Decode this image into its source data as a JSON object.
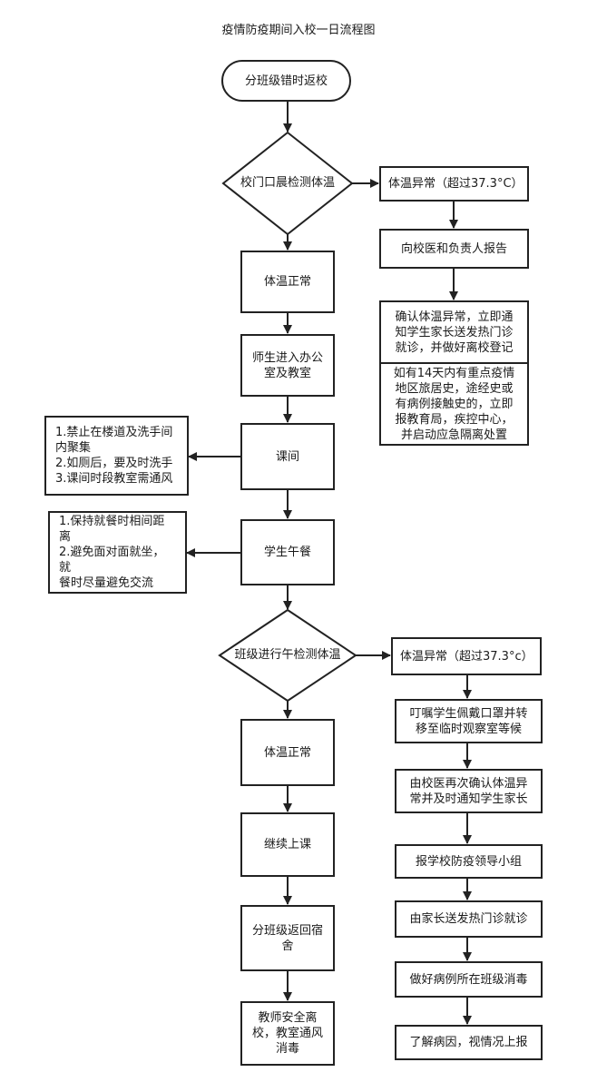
{
  "title": "疫情防疫期间入校一日流程图",
  "nodes": {
    "start": "分班级错时返校",
    "morning_check": "校门口晨检测体温",
    "normal_1": "体温正常",
    "enter_office": "师生进入办公\n室及教室",
    "recess": "课间",
    "recess_notes": "1.禁止在楼道及洗手间\n   内聚集\n2.如厕后，要及时洗手\n3.课间时段教室需通风",
    "lunch": "学生午餐",
    "lunch_notes": "1.保持就餐时相间距离\n2.避免面对面就坐，就\n   餐时尽量避免交流",
    "noon_check": "班级进行午检测体温",
    "normal_2": "体温正常",
    "continue_class": "继续上课",
    "return_dorm": "分班级返回宿\n舍",
    "teacher_leave": "教师安全离\n校，教室通风\n消毒",
    "abnormal_1": "体温异常（超过37.3°C）",
    "report_doctor": "向校医和负责人报告",
    "confirm_notify": "确认体温异常，立即通\n知学生家长送发热门诊\n就诊，并做好离校登记",
    "history_report": "如有14天内有重点疫情\n地区旅居史，途经史或\n有病例接触史的，立即\n报教育局，疾控中心，\n并启动应急隔离处置",
    "abnormal_2": "体温异常（超过37.3°c）",
    "mask_observe": "叮嘱学生佩戴口罩并转\n移至临时观察室等候",
    "recheck_notify": "由校医再次确认体温异\n常并及时通知学生家长",
    "report_group": "报学校防疫领导小组",
    "parent_send": "由家长送发热门诊就诊",
    "disinfect": "做好病例所在班级消毒",
    "investigate": "了解病因，视情况上报"
  }
}
